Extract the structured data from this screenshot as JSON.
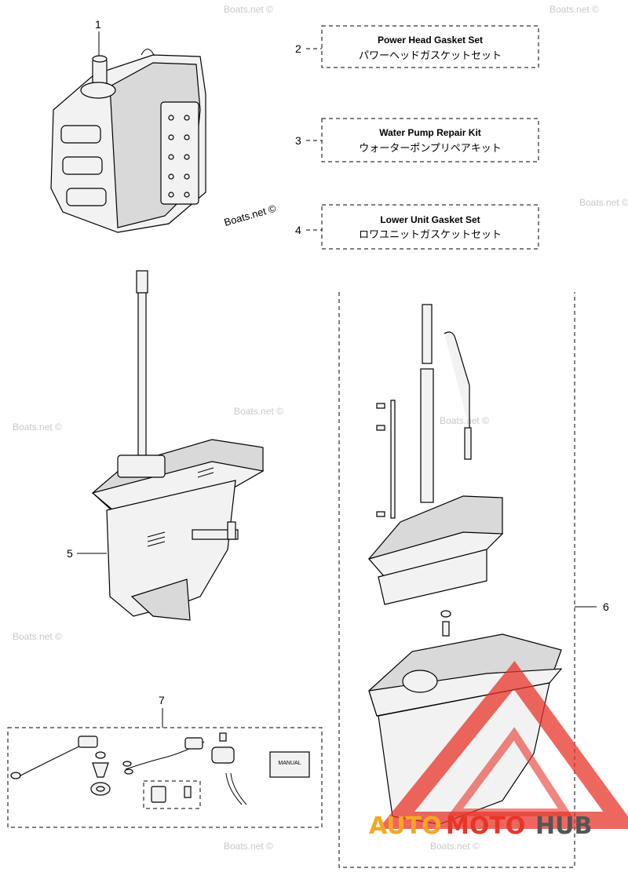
{
  "callouts": [
    "1",
    "2",
    "3",
    "4",
    "5",
    "6",
    "7"
  ],
  "kits": [
    {
      "title": "Power Head Gasket Set",
      "jp": "パワーヘッドガスケットセット"
    },
    {
      "title": "Water Pump Repair Kit",
      "jp": "ウォーターポンプリペアキット"
    },
    {
      "title": "Lower Unit Gasket Set",
      "jp": "ロワユニットガスケットセット"
    }
  ],
  "credit": "Boats.net ©",
  "watermark": "Boats.net ©",
  "manual_label": "MANUAL",
  "brand": {
    "part1": "AUTO",
    "part2": "MOTO",
    "part3": "HUB",
    "color_red": "#e8342a",
    "color_orange": "#f5a623",
    "color_dark": "#555555"
  }
}
